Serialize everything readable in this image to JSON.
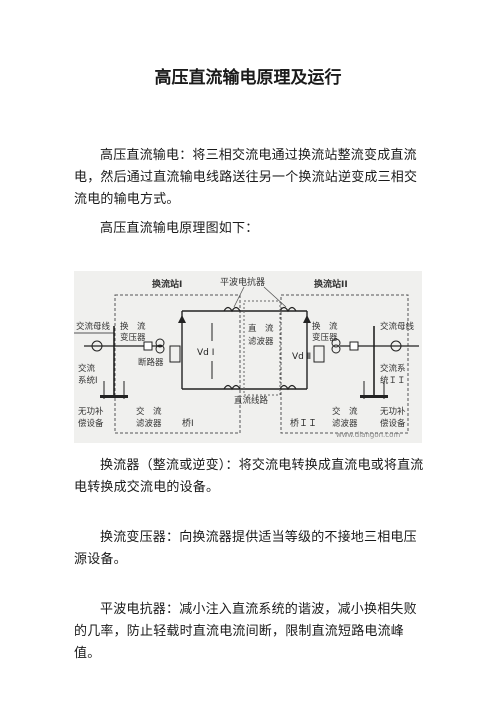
{
  "document": {
    "title": "高压直流输电原理及运行",
    "paragraphs": [
      "高压直流输电：将三相交流电通过换流站整流变成直流电，然后通过直流输电线路送往另一个换流站逆变成三相交流电的输电方式。",
      "高压直流输电原理图如下：",
      "换流器（整流或逆变）：将交流电转换成直流电或将直流电转换成交流电的设备。",
      "换流变压器：向换流器提供适当等级的不接地三相电压源设备。",
      "平波电抗器：减小注入直流系统的谐波，减小换相失败的几率，防止轻载时直流电流间断，限制直流短路电流峰值。"
    ]
  },
  "figure": {
    "labels": {
      "station1": "换流站I",
      "station2": "换流站II",
      "smoothing_reactor": "平波电抗器",
      "ac_bus_left": "交流母线",
      "ac_bus_right": "交流母线",
      "conv_xfmr_left": "换　流\n变压器",
      "conv_xfmr_right": "换　流\n变压器",
      "ac_sys_left": "交流\n系统Ⅰ",
      "ac_sys_right": "交流系\n统ＩＩ",
      "breaker": "断路器",
      "dc_filter": "直　流\n滤波器",
      "dc_line": "直流线路",
      "vd1": "Vd Ⅰ",
      "vd2": "Vd Ⅱ",
      "reactive_left": "无功补\n偿设备",
      "reactive_right": "无功补\n偿设备",
      "ac_filter_left": "交　流\n滤波器",
      "ac_filter_right": "交　流\n滤波器",
      "bridge1": "桥Ⅰ",
      "bridge2": "桥ＩＩ",
      "watermark": "www.diangon.com"
    }
  }
}
